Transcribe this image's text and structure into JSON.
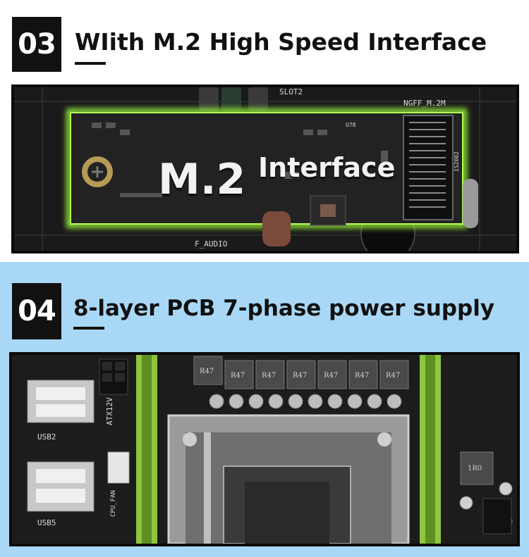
{
  "sections": [
    {
      "number": "03",
      "title": "WIith M.2 High Speed Interface",
      "photo": {
        "overlay_title_big": "M.2",
        "overlay_title_small": "Interface",
        "board_labels": [
          "SLOT2",
          "NGFF_M.2M",
          "F_AUDIO",
          "U78",
          "1S2002"
        ]
      }
    },
    {
      "number": "04",
      "title": "8-layer PCB  7-phase power supply",
      "photo": {
        "board_labels": [
          "ATX12V",
          "USB2",
          "USB5",
          "CPU_FAN",
          "R47",
          "R47",
          "R47",
          "R47",
          "R47",
          "R47",
          "R47",
          "1R0"
        ]
      }
    }
  ],
  "colors": {
    "section4_background": "#a9d8f6",
    "badge_background": "#111111",
    "pcb_green_glow": "#9cff3a",
    "ram_slot_green": "#8ec63f"
  }
}
